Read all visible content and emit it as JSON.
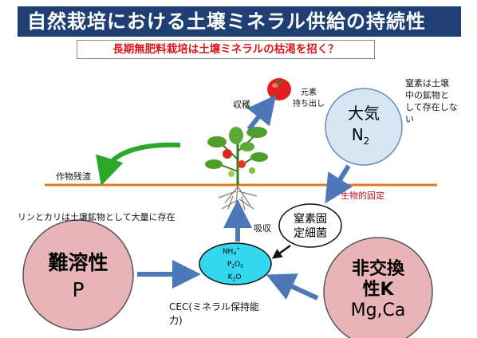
{
  "title": "自然栽培における土壌ミネラル供給の持続性",
  "subtitle": "長期無肥料栽培は土壌ミネラルの枯渇を招く？",
  "labels": {
    "harvest": "収穫",
    "element_removal_1": "元素",
    "element_removal_2": "持ち出し",
    "crop_residue": "作物残渣",
    "absorption": "吸収",
    "bio_fixation": "生物的固定",
    "n_note_1": "窒素は土壌",
    "n_note_2": "中の鉱物と",
    "n_note_3": "して存在しな",
    "n_note_4": "い",
    "pk_note": "リンとカリは土壌鉱物として大量に存在",
    "cec_1": "CEC(ミネラル保持能",
    "cec_2": "力)"
  },
  "nodes": {
    "atmosphere_line1": "大気",
    "atmosphere_n": "N",
    "atmosphere_sub": "2",
    "fixer_line1": "窒素固",
    "fixer_line2": "定細菌",
    "insoluble_line1": "難溶性",
    "insoluble_line2": "P",
    "nonexch_line1": "非交換",
    "nonexch_line2": "性K",
    "nonexch_line3": "Mg,Ca",
    "cec_nh": "NH",
    "cec_nh_sub": "4",
    "cec_nh_sup": "+",
    "cec_p": "P",
    "cec_p_sub1": "2",
    "cec_p_o": "O",
    "cec_p_sub2": "5",
    "cec_k": "K",
    "cec_k_sub": "2",
    "cec_k_o": "O"
  },
  "colors": {
    "title_bg": "#1f3f73",
    "subtitle_text": "#d9161b",
    "big_circle": "#e8b4b8",
    "atmosphere_circle": "#d7e6f3",
    "cec_ellipse": "#33d7ee",
    "blue_arrow": "#4c78b7",
    "green_arrow": "#2aa82a",
    "soil_line": "#e07b1a",
    "fixation_text": "#c0121a"
  },
  "icons": [
    "tomato-icon",
    "plant-icon",
    "roots-icon"
  ]
}
